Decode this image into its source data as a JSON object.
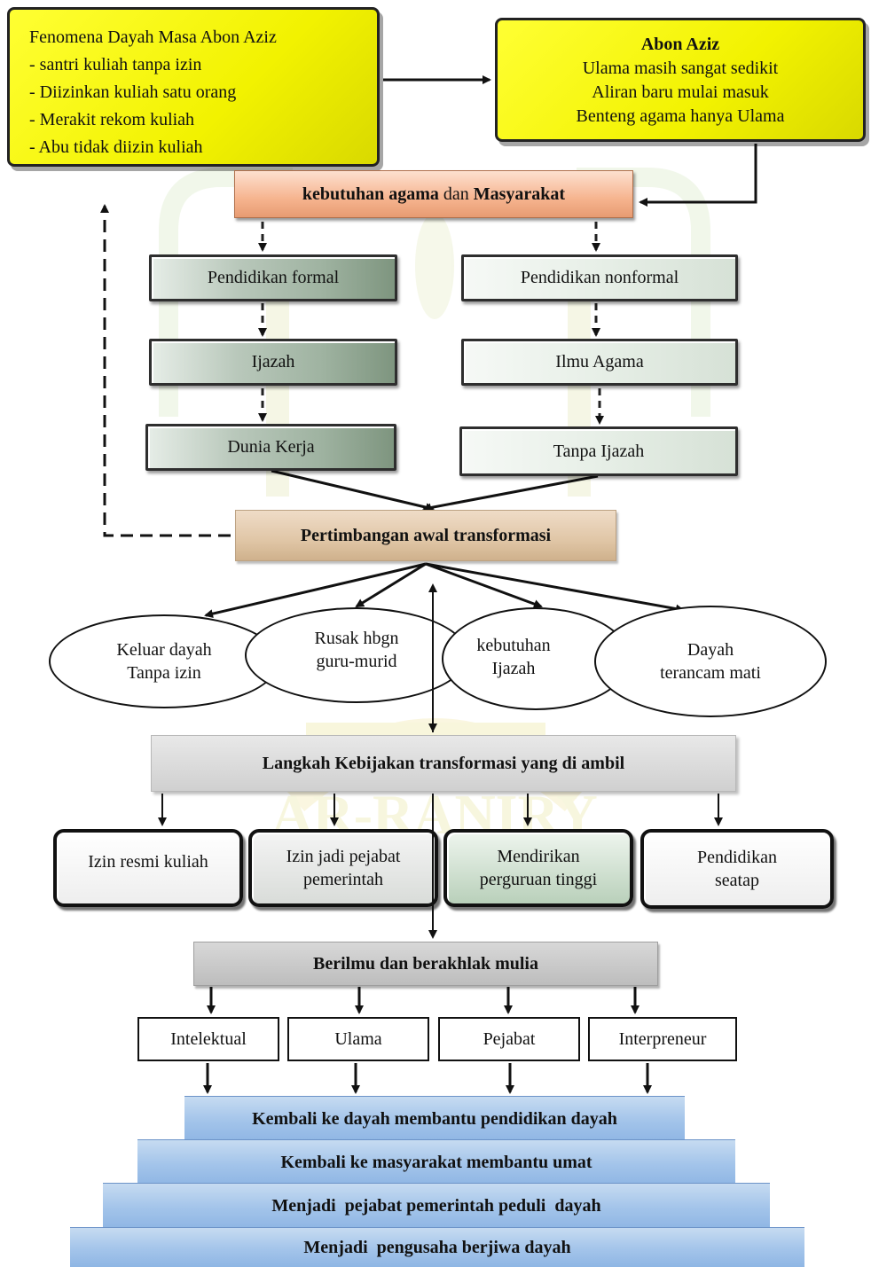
{
  "phenomena": {
    "title": "Fenomena Dayah Masa Abon Aziz",
    "items": [
      "- santri kuliah tanpa izin",
      "- Diizinkan kuliah satu orang",
      "- Merakit rekom kuliah",
      "- Abu tidak diizin kuliah"
    ]
  },
  "abon_aziz": {
    "title": "Abon Aziz",
    "lines": [
      "Ulama masih sangat sedikit",
      "Aliran baru mulai masuk",
      "Benteng agama hanya Ulama"
    ]
  },
  "needs": {
    "part1": "kebutuhan agama",
    "part2": " dan ",
    "part3": "Masyarakat"
  },
  "formal": {
    "education": "Pendidikan formal",
    "result": "Ijazah",
    "outcome": "Dunia Kerja"
  },
  "nonformal": {
    "education": "Pendidikan nonformal",
    "result": "Ilmu Agama",
    "outcome": "Tanpa Ijazah"
  },
  "consideration": "Pertimbangan awal transformasi",
  "consequences": [
    {
      "line1": "Keluar dayah",
      "line2": "Tanpa izin"
    },
    {
      "line1": "Rusak hbgn",
      "line2": "guru-murid"
    },
    {
      "line1": "kebutuhan",
      "line2": "Ijazah"
    },
    {
      "line1": "Dayah",
      "line2": "terancam mati"
    }
  ],
  "policy_header": "Langkah Kebijakan transformasi yang di ambil",
  "policies": [
    {
      "line1": "Izin resmi kuliah",
      "line2": ""
    },
    {
      "line1": "Izin jadi pejabat",
      "line2": "pemerintah"
    },
    {
      "line1": "Mendirikan",
      "line2": "perguruan tinggi"
    },
    {
      "line1": "Pendidikan",
      "line2": "seatap"
    }
  ],
  "goal": "Berilmu dan berakhlak mulia",
  "outcomes": [
    "Intelektual",
    "Ulama",
    "Pejabat",
    "Interpreneur"
  ],
  "tiers": [
    "Kembali ke dayah membantu pendidikan dayah",
    "Kembali ke masyarakat membantu umat",
    "Menjadi  pejabat pemerintah peduli  dayah",
    "Menjadi  pengusaha berjiwa dayah"
  ],
  "watermark_text": "AR-RANIRY",
  "colors": {
    "yellow": "#ffff00",
    "salmon": "#f6b48f",
    "green_gray": "#9fb3a1",
    "blue_tier": "#a3c4ea",
    "watermark": "#f3f0c0"
  }
}
